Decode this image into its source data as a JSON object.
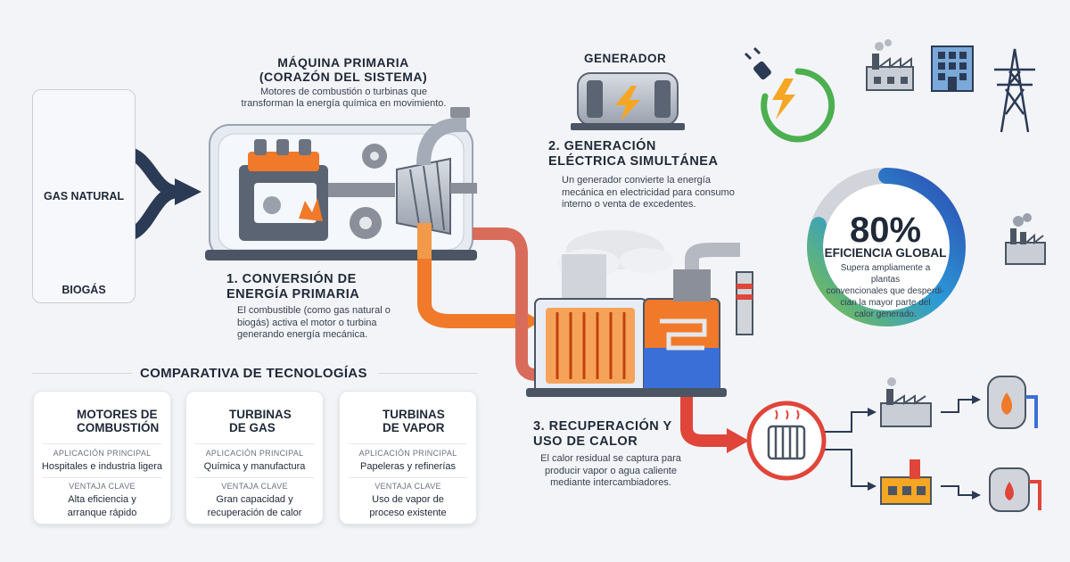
{
  "prime_mover": {
    "title_line1": "MÁQUINA PRIMARIA",
    "title_line2": "(CORAZÓN DEL SISTEMA)",
    "desc_line1": "Motores de combustión o turbinas que",
    "desc_line2": "transforman la energía química en movimiento."
  },
  "generator": {
    "title": "GENERADOR"
  },
  "fuels": {
    "gas": "GAS NATURAL",
    "biogas": "BIOGÁS"
  },
  "step1": {
    "title_line1": "1. CONVERSIÓN DE",
    "title_line2": "ENERGÍA PRIMARIA",
    "desc_line1": "El combustible (como gas natural o",
    "desc_line2": "biogás) activa el motor o turbina",
    "desc_line3": "generando energía mecánica."
  },
  "step2": {
    "title_line1": "2. GENERACIÓN",
    "title_line2": "ELÉCTRICA SIMULTÁNEA",
    "desc_line1": "Un generador convierte la energía",
    "desc_line2": "mecánica en electricidad para consumo",
    "desc_line3": "interno o venta de excedentes."
  },
  "step3": {
    "title_line1": "3. RECUPERACIÓN Y",
    "title_line2": "USO DE CALOR",
    "desc_line1": "El calor residual se captura para",
    "desc_line2": "producir vapor o agua caliente",
    "desc_line3": "mediante intercambiadores."
  },
  "efficiency": {
    "value": "80%",
    "fraction": 0.8,
    "label": "EFICIENCIA GLOBAL",
    "desc_line1": "Supera ampliamente a plantas",
    "desc_line2": "convencionales que desperdi-",
    "desc_line3": "cian la mayor parte del",
    "desc_line4": "calor generado."
  },
  "comparison": {
    "title": "COMPARATIVA DE TECNOLOGÍAS",
    "app_label": "APLICACIÓN PRINCIPAL",
    "adv_label": "VENTAJA CLAVE",
    "cards": [
      {
        "name_line1": "MOTORES DE",
        "name_line2": "COMBUSTIÓN",
        "icon": "engine-icon",
        "application": "Hospitales e industria ligera",
        "advantage_line1": "Alta eficiencia y",
        "advantage_line2": "arranque rápido"
      },
      {
        "name_line1": "TURBINAS",
        "name_line2": "DE GAS",
        "icon": "turbine-icon",
        "application": "Química y manufactura",
        "advantage_line1": "Gran capacidad y",
        "advantage_line2": "recuperación de calor"
      },
      {
        "name_line1": "TURBINAS",
        "name_line2": "DE VAPOR",
        "icon": "steam-turbine-icon",
        "application": "Papeleras y refinerías",
        "advantage_line1": "Uso de vapor de",
        "advantage_line2": "proceso existente"
      }
    ]
  },
  "colors": {
    "navy": "#2b3a55",
    "orange": "#f07a2a",
    "red": "#e0453a",
    "blue": "#3b6fd8",
    "green": "#4caf50",
    "gray": "#8a8f99"
  }
}
